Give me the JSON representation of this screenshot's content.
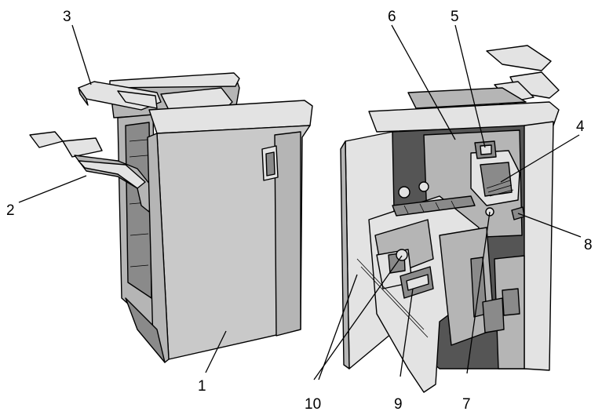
{
  "callouts": {
    "c1": "1",
    "c2": "2",
    "c3": "3",
    "c4": "4",
    "c5": "5",
    "c6": "6",
    "c7": "7",
    "c8": "8",
    "c9": "9",
    "c10": "10"
  },
  "colors": {
    "body": "#c9c9c9",
    "light": "#e3e3e3",
    "dark": "#8a8a8a",
    "outline": "#000000"
  }
}
